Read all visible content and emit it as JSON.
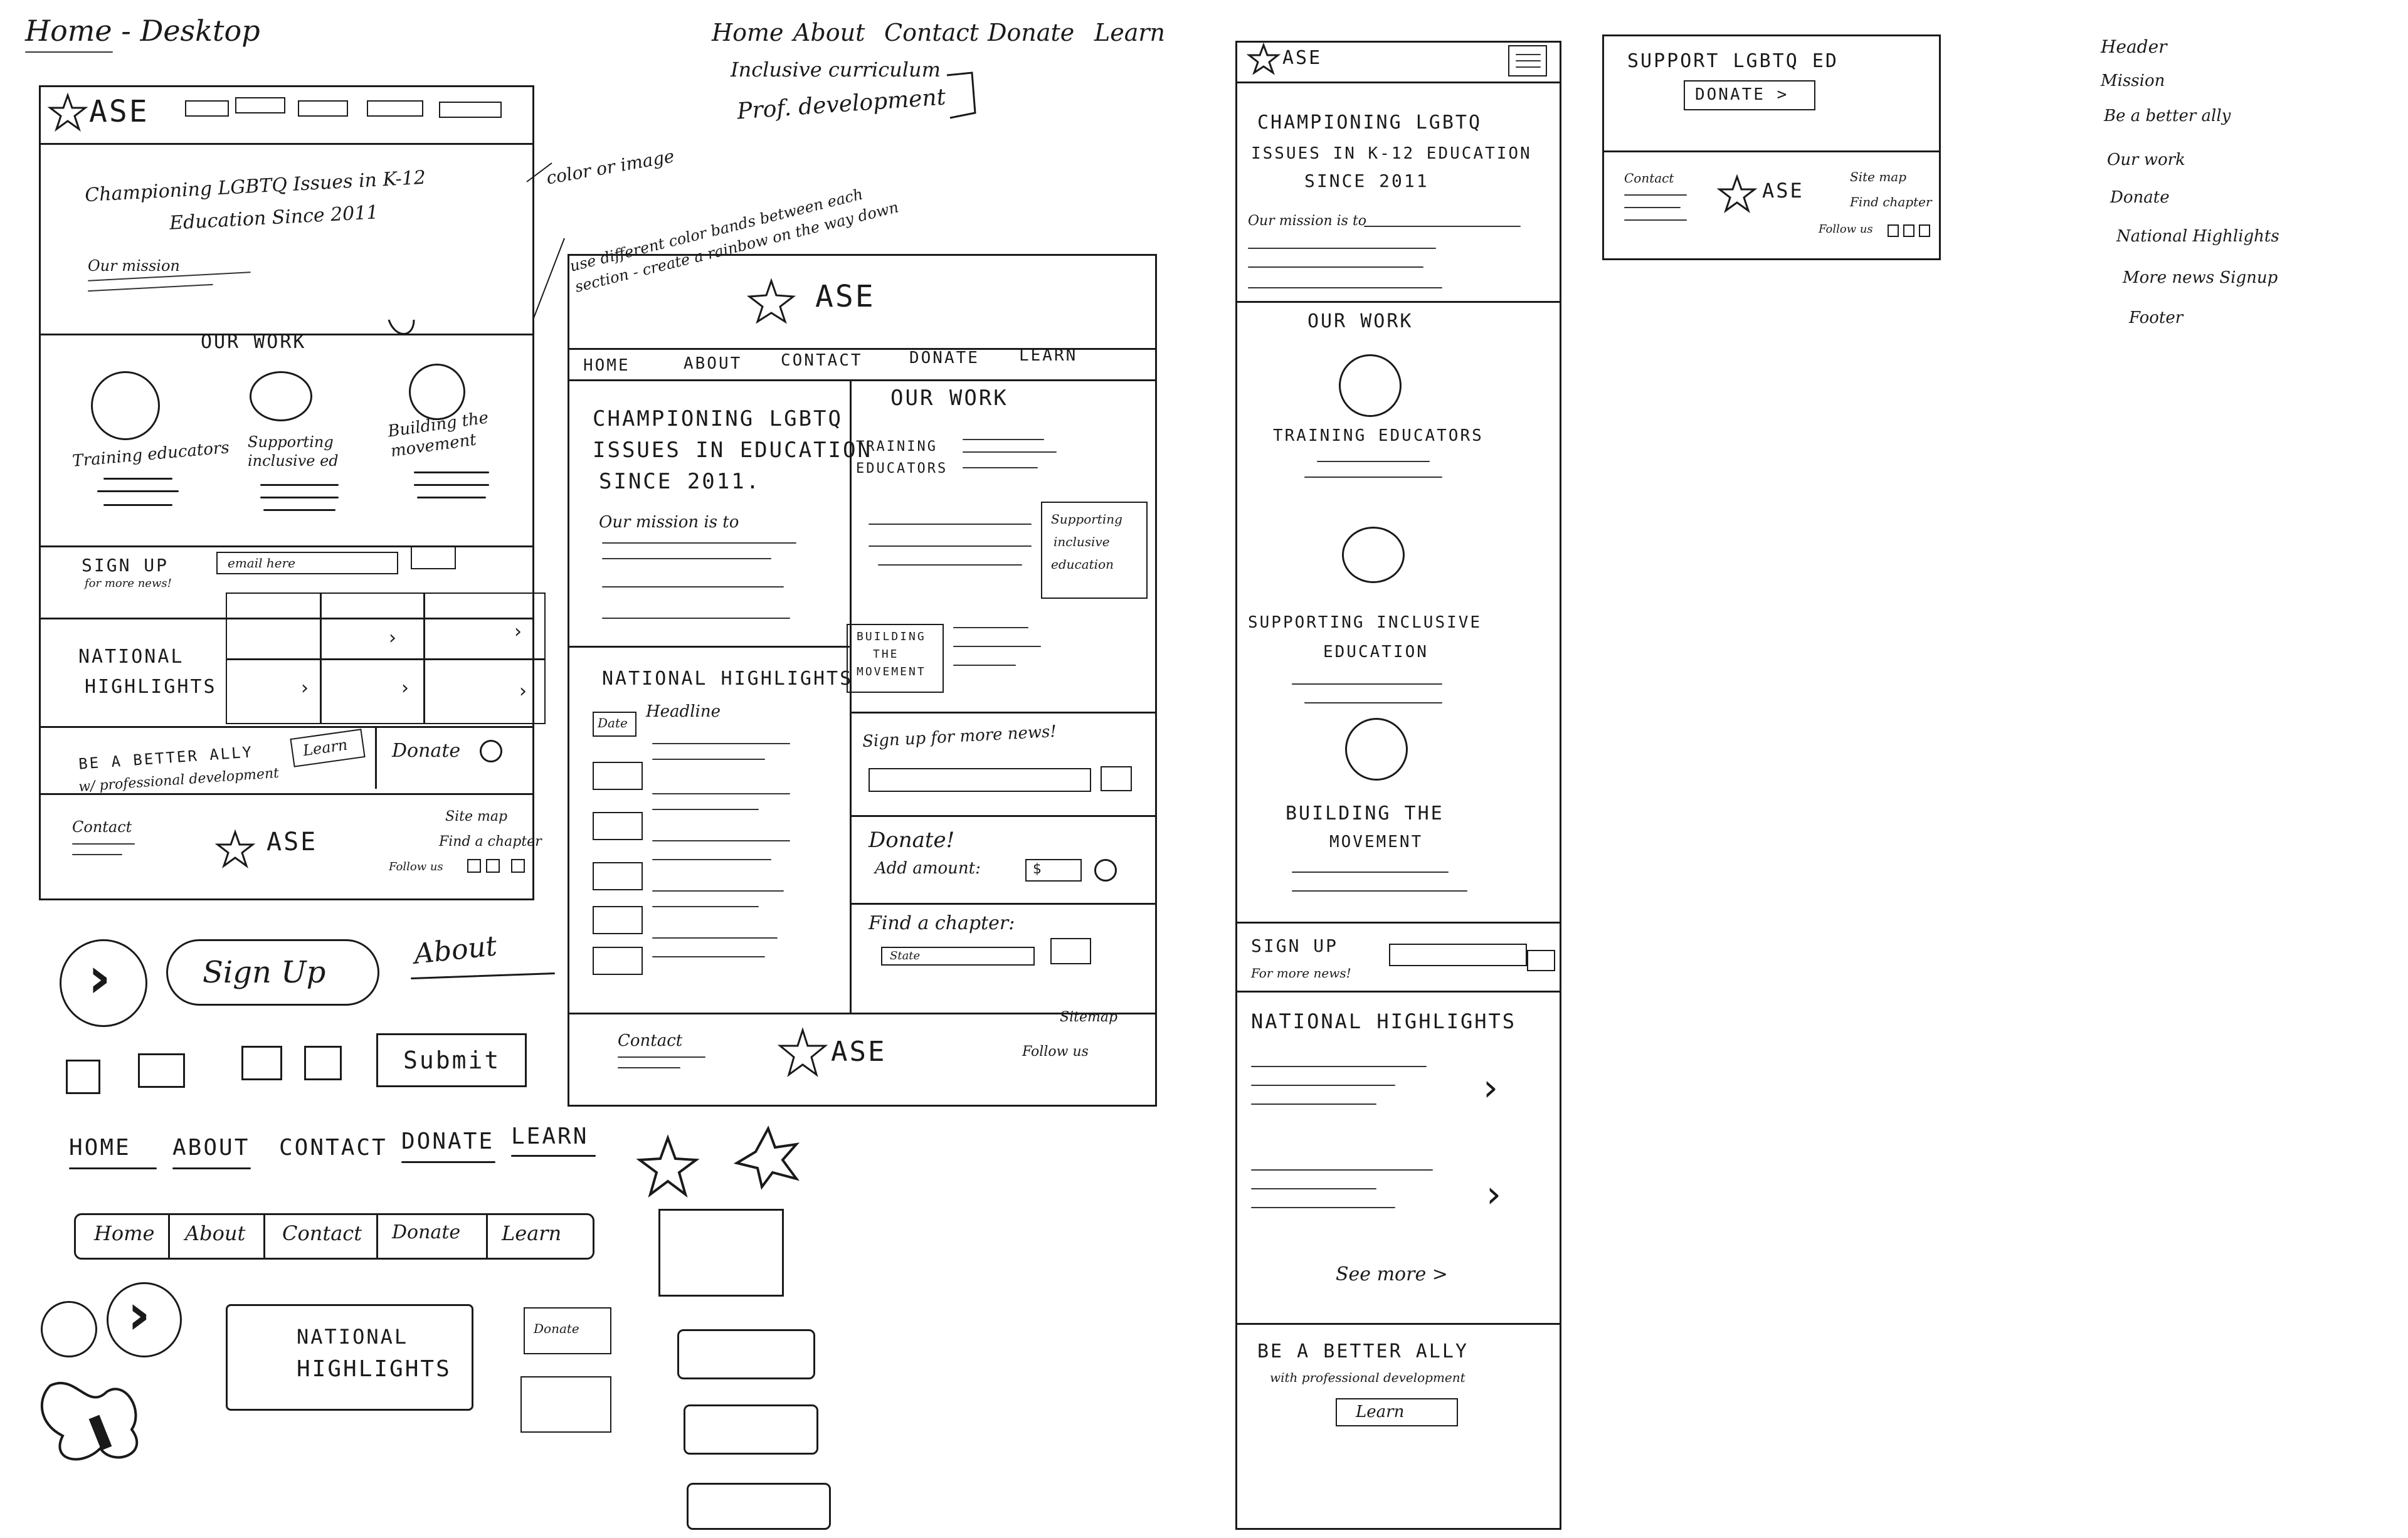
{
  "page_title": "Home - Desktop",
  "nav_note": {
    "items": [
      "Home",
      "About",
      "Contact",
      "Donate",
      "Learn"
    ],
    "sub1": "Inclusive curriculum",
    "sub2": "Prof. development"
  },
  "desktop": {
    "logo": "ASE",
    "hero_text1": "Championing LGBTQ Issues in K-12",
    "hero_text2": "Education Since 2011",
    "mission": "Our mission",
    "annotation_color": "color or image",
    "annotation_bands": "use different color bands between each section - create a rainbow on the way down",
    "our_work": "OUR WORK",
    "work_items": [
      "Training educators",
      "Supporting inclusive ed",
      "Building the movement"
    ],
    "signup": "SIGN UP",
    "signup_sub": "for more news!",
    "email_placeholder": "email here",
    "national": "NATIONAL",
    "highlights": "HIGHLIGHTS",
    "ally1": "BE A BETTER ALLY",
    "ally2": "w/ professional development",
    "learn": "Learn",
    "donate": "Donate",
    "footer_contact": "Contact",
    "footer_sitemap": "Site map",
    "footer_chapter": "Find a chapter",
    "footer_follow": "Follow us"
  },
  "tablet": {
    "logo": "ASE",
    "nav": [
      "HOME",
      "ABOUT",
      "CONTACT",
      "DONATE",
      "LEARN"
    ],
    "hero1": "CHAMPIONING LGBTQ",
    "hero2": "ISSUES IN EDUCATION",
    "hero3": "SINCE 2011.",
    "mission": "Our mission is to",
    "our_work": "OUR WORK",
    "training1": "TRAINING",
    "training2": "EDUCATORS",
    "supporting1": "Supporting",
    "supporting2": "inclusive",
    "supporting3": "education",
    "building1": "BUILDING",
    "building2": "THE",
    "building3": "MOVEMENT",
    "national": "NATIONAL HIGHLIGHTS",
    "col_date": "Date",
    "col_headline": "Headline",
    "signup": "Sign up for more news!",
    "donate": "Donate!",
    "add_amount": "Add amount:",
    "amount_value": "$",
    "find_chapter": "Find a chapter:",
    "state": "State",
    "footer_contact": "Contact",
    "footer_sitemap": "Sitemap",
    "footer_follow": "Follow us"
  },
  "mobile": {
    "logo": "ASE",
    "hero1": "CHAMPIONING LGBTQ",
    "hero2": "ISSUES IN K-12 EDUCATION",
    "hero3": "SINCE 2011",
    "mission": "Our mission is to",
    "our_work": "OUR WORK",
    "training": "TRAINING EDUCATORS",
    "supporting1": "SUPPORTING INCLUSIVE",
    "supporting2": "EDUCATION",
    "building1": "BUILDING THE",
    "building2": "MOVEMENT",
    "signup": "SIGN UP",
    "signup_sub": "For more news!",
    "national": "NATIONAL HIGHLIGHTS",
    "see_more": "See more >",
    "ally": "BE A BETTER ALLY",
    "ally_sub": "with professional development",
    "learn": "Learn"
  },
  "mobile_footer": {
    "support": "SUPPORT LGBTQ ED",
    "donate": "DONATE >",
    "contact": "Contact",
    "logo": "ASE",
    "sitemap": "Site map",
    "chapter": "Find chapter",
    "follow": "Follow us"
  },
  "sidebar_list": [
    "Header",
    "Mission",
    "Be a better ally",
    "Our work",
    "Donate",
    "National Highlights",
    "More news Signup",
    "Footer"
  ],
  "components": {
    "signup_btn": "Sign Up",
    "about_link": "About",
    "submit_btn": "Submit",
    "nav_links": [
      "HOME",
      "ABOUT",
      "CONTACT",
      "DONATE",
      "LEARN"
    ],
    "tab_nav": [
      "Home",
      "About",
      "Contact",
      "Donate",
      "Learn"
    ],
    "national1": "NATIONAL",
    "national2": "HIGHLIGHTS",
    "donate_small": "Donate"
  }
}
